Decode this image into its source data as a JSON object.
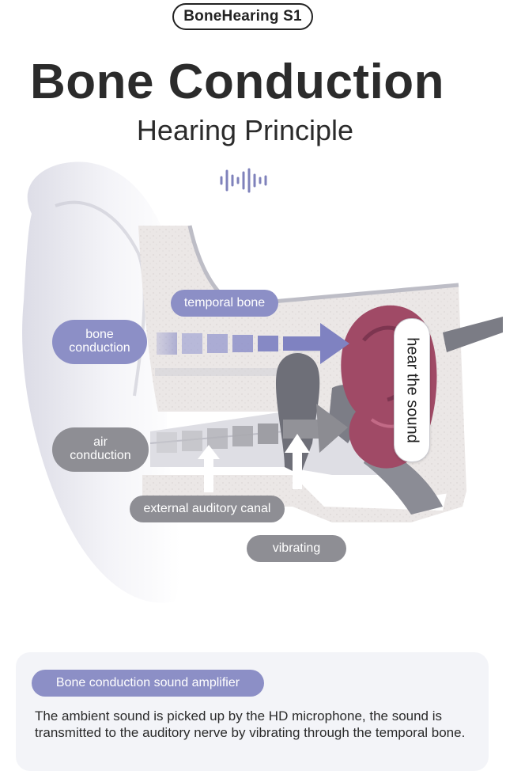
{
  "brand": "BoneHearing S1",
  "title": "Bone Conduction",
  "subtitle": "Hearing Principle",
  "labels": {
    "temporal_bone": "temporal bone",
    "bone_line1": "bone",
    "bone_line2": "conduction",
    "air_line1": "air",
    "air_line2": "conduction",
    "canal": "external auditory canal",
    "vibrating": "vibrating",
    "hear": "hear the sound"
  },
  "amplifier": {
    "title": "Bone conduction sound amplifier",
    "description": "The ambient sound is picked up by the HD microphone, the sound is transmitted to the auditory nerve by vibrating through the temporal bone."
  },
  "colors": {
    "accent_purple": "#8c8fc6",
    "label_gray": "#8e8e94",
    "cochlea_red": "#a04a66"
  },
  "icons": [
    "sound-wave-icon"
  ]
}
